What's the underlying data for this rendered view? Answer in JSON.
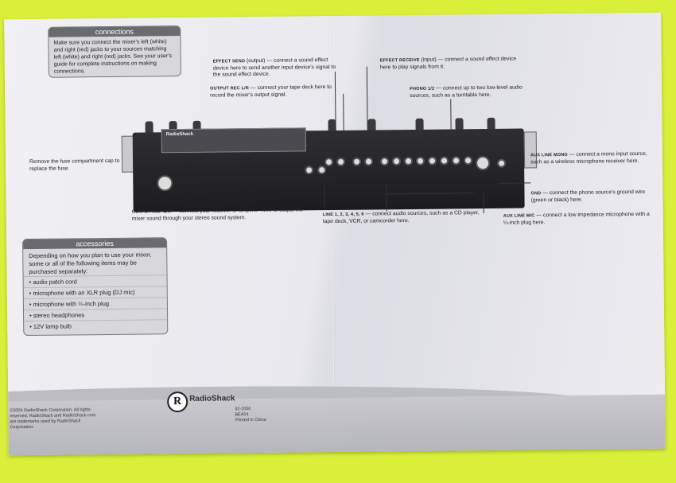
{
  "connections": {
    "title": "connections",
    "text": "Make sure you connect the mixer's left (white) and right (red) jacks to your sources matching left (white) and right (red) jacks. See your user's guide for complete instructions on making connections."
  },
  "annotations": {
    "effect_send_term": "EFFECT SEND",
    "effect_send_text": "(output) — connect a sound effect device here to send another input device's signal to the sound effect device.",
    "effect_receive_term": "EFFECT RECEIVE",
    "effect_receive_text": "(input) — connect a sound effect device here to play signals from it.",
    "output_rec_term": "OUTPUT REC L/R",
    "output_rec_text": "— connect your tape deck here to record the mixer's output signal.",
    "phono_term": "PHONO 1/2",
    "phono_text": "— connect up to two low-level audio sources, such as a turntable here.",
    "fuse_text": "Remove the fuse compartment cap to replace the fuse.",
    "aux_mono_term": "AUX LINE MONO",
    "aux_mono_text": "— connect a mono input source, such as a wireless microphone receiver here.",
    "gnd_term": "GND",
    "gnd_text": "— connect the phono source's ground wire (green or black) here.",
    "output_amp_term": "OUTPUT AMP L/R",
    "output_amp_text": "— connect your receiver or amplifier here to output the mixer sound through your stereo sound system.",
    "line_term": "LINE 1, 2, 3, 4, 5, 6",
    "line_text": "— connect audio sources, such as a CD player, tape deck, VCR, or camcorder here.",
    "aux_mic_term": "AUX LINE MIC",
    "aux_mic_text": "— connect a low impedance microphone with a ¼-inch plug here."
  },
  "accessories": {
    "title": "accessories",
    "intro": "Depending on how you plan to use your mixer, some or all of the following items may be purchased separately:",
    "items": [
      "• audio patch cord",
      "• microphone with an XLR plug (DJ mic)",
      "• microphone with ¼-inch plug",
      "• stereo headphones",
      "• 12V lamp bulb"
    ]
  },
  "footer": {
    "copyright": "©2004 RadioShack Corporation. All rights reserved. RadioShack and RadioShack.com are trademarks used by RadioShack Corporation.",
    "brand": "RadioShack",
    "logo_letter": "R",
    "part_no": "32-2050",
    "rev": "BEA04",
    "printed": "Printed in China"
  },
  "device": {
    "brand": "RadioShack"
  }
}
